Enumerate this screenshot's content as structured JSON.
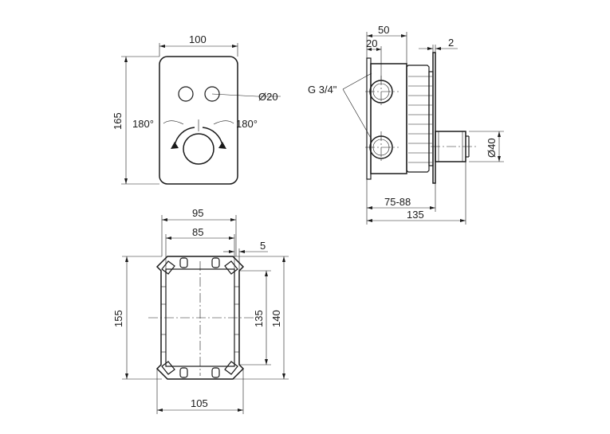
{
  "front_view": {
    "width_label": "100",
    "height_label": "165",
    "button_diameter_label": "Ø20",
    "rotation_left_label": "180°",
    "rotation_right_label": "180°"
  },
  "side_view": {
    "depth_label": "50",
    "offset_label": "20",
    "plate_label": "2",
    "thread_label": "G 3/4\"",
    "knob_diameter_label": "Ø40",
    "install_depth_label": "75-88",
    "total_depth_label": "135"
  },
  "box_view": {
    "outer_width_label": "95",
    "inner_width_label": "85",
    "wall_label": "5",
    "outer_height_label": "155",
    "inner_height_label": "135",
    "mid_height_label": "140",
    "base_width_label": "105"
  }
}
